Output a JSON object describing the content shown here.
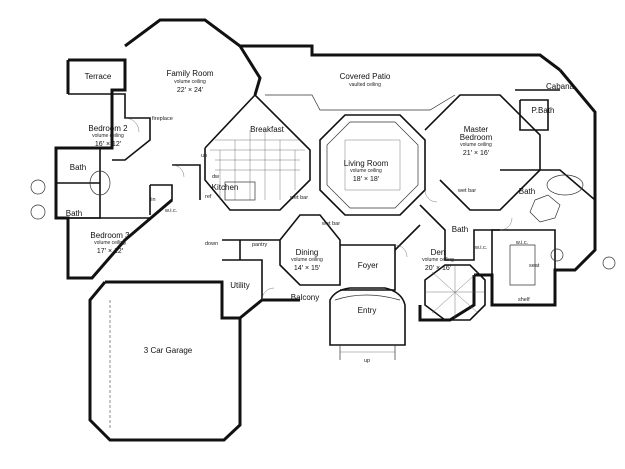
{
  "plan": {
    "rooms": {
      "family_room": {
        "name": "Family Room",
        "note": "volume ceiling",
        "dims": "22′ × 24′"
      },
      "covered_patio": {
        "name": "Covered Patio",
        "note": "vaulted ceiling"
      },
      "terrace": {
        "name": "Terrace"
      },
      "bedroom2": {
        "name": "Bedroom 2",
        "note": "volume ceiling",
        "dims": "16′ × 12′"
      },
      "breakfast": {
        "name": "Breakfast"
      },
      "kitchen": {
        "name": "Kitchen"
      },
      "living_room": {
        "name": "Living Room",
        "note": "volume ceiling",
        "dims": "18′ × 18′"
      },
      "master": {
        "name": "Master",
        "name2": "Bedroom",
        "note": "volume ceiling",
        "dims": "21′ × 16′"
      },
      "cabana": {
        "name": "Cabana"
      },
      "pbath": {
        "name": "P.Bath"
      },
      "bath_upper_left": {
        "name": "Bath"
      },
      "bath_left": {
        "name": "Bath"
      },
      "bath_master": {
        "name": "Bath"
      },
      "bath_mid": {
        "name": "Bath"
      },
      "bedroom3": {
        "name": "Bedroom 3",
        "note": "volume ceiling",
        "dims": "17′ × 12′"
      },
      "dining": {
        "name": "Dining",
        "note": "volume ceiling",
        "dims": "14′ × 15′"
      },
      "foyer": {
        "name": "Foyer"
      },
      "den": {
        "name": "Den",
        "note": "volume ceiling",
        "dims": "20′ × 16′"
      },
      "utility": {
        "name": "Utility"
      },
      "balcony": {
        "name": "Balcony"
      },
      "entry": {
        "name": "Entry"
      },
      "garage": {
        "name": "3 Car Garage"
      },
      "wic_master": {
        "name": "w.i.c."
      }
    },
    "labels": {
      "fireplace": "fireplace",
      "pantry": "pantry",
      "wet_bar_kitchen": "wet bar",
      "wet_bar_living": "wet bar",
      "wet_bar_master": "wet bar",
      "wic_left": "w.i.c.",
      "wic_den": "w.i.c.",
      "down": "down",
      "up_stair": "up",
      "up_entry": "up",
      "seat": "seat",
      "shelf": "shelf",
      "dw": "dw",
      "ref": "ref",
      "lin": "lin"
    }
  }
}
